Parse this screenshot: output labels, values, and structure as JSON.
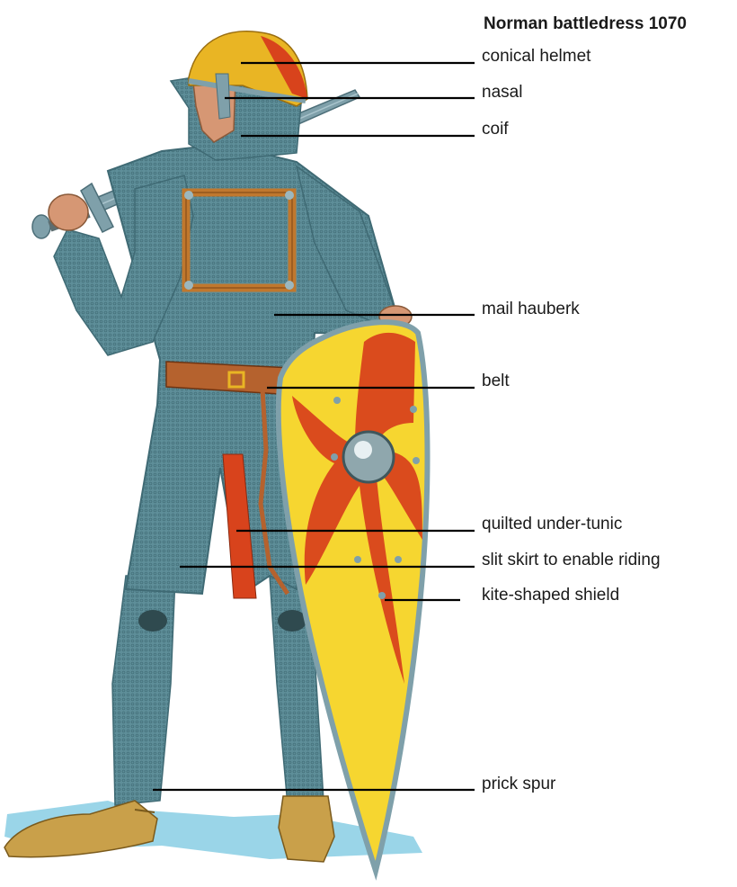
{
  "diagram": {
    "title": "Norman battledress 1070",
    "labels": [
      "conical helmet",
      "nasal",
      "coif",
      "mail hauberk",
      "belt",
      "quilted under-tunic",
      "slit skirt to enable riding",
      "kite-shaped shield",
      "prick spur"
    ]
  },
  "colors": {
    "mail": "#5e8e99",
    "mail_dark": "#3f6a74",
    "shield_yellow": "#f6d630",
    "shield_red": "#d8431c",
    "helmet_gold": "#e9b524",
    "leather": "#b5622e",
    "skin": "#d69774",
    "shoe": "#c9a04a",
    "sword_steel": "#7fa0aa",
    "ground_blue": "#8fd0e6",
    "leader_line": "#000000"
  }
}
